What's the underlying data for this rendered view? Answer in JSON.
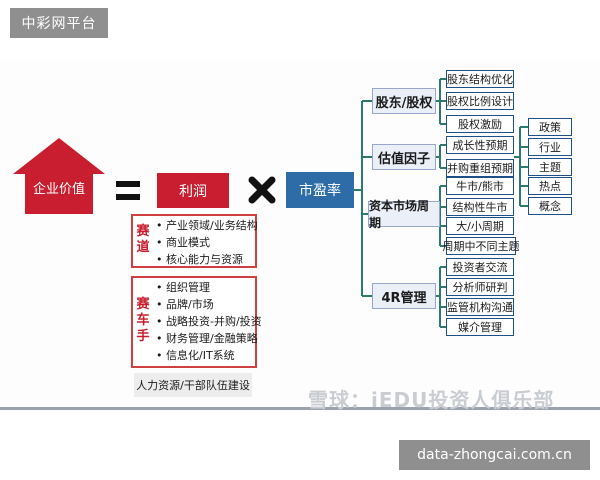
{
  "site_badge": "中彩网平台",
  "url_badge": "data-zhongcai.com.cn",
  "diagram": {
    "enterprise_value": "企业价值",
    "profit": "利润",
    "pe_ratio": "市盈率",
    "race_track": {
      "label": "赛道",
      "items": [
        "产业领域/业务结构",
        "商业模式",
        "核心能力与资源"
      ]
    },
    "racer": {
      "label": "赛车手",
      "items": [
        "组织管理",
        "品牌/市场",
        "战略投资-并购/投资",
        "财务管理/金融策略",
        "信息化/IT系统"
      ]
    },
    "hr": "人力资源/干部队伍建设",
    "categories": [
      {
        "label": "股东/股权",
        "items": [
          "股东结构优化",
          "股权比例设计",
          "股权激励"
        ]
      },
      {
        "label": "估值因子",
        "items": [
          "成长性预期",
          "并购重组预期"
        ]
      },
      {
        "label": "资本市场周期",
        "items": [
          "牛市/熊市",
          "结构性牛市",
          "大/小周期",
          "周期中不同主题"
        ]
      },
      {
        "label": "4R管理",
        "items": [
          "投资者交流",
          "分析师研判",
          "监管机构沟通",
          "媒介管理"
        ]
      }
    ],
    "sub_items": [
      "政策",
      "行业",
      "主题",
      "热点",
      "概念"
    ]
  },
  "watermark": "雪球：iEDU投资人俱乐部",
  "colors": {
    "red": "#c81e2f",
    "blue": "#2e6ca8",
    "navy": "#1e4f86",
    "line": "#2c7a6e"
  }
}
